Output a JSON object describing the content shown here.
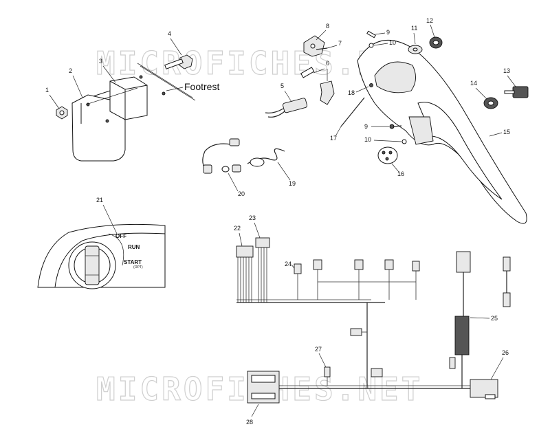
{
  "watermark": {
    "top": "MICROFICHES.NET",
    "bottom": "MICROFICHES.NET"
  },
  "labels": {
    "footrest": "Footrest",
    "switch_off": "OFF",
    "switch_run": "RUN",
    "switch_start": "START",
    "switch_opt": "(OPT)"
  },
  "callouts": {
    "c1": "1",
    "c2": "2",
    "c3": "3",
    "c4": "4",
    "c5": "5",
    "c6": "6",
    "c7": "7",
    "c8": "8",
    "c9a": "9",
    "c9b": "9",
    "c10a": "10",
    "c10b": "10",
    "c11": "11",
    "c12": "12",
    "c13": "13",
    "c14": "14",
    "c15": "15",
    "c16": "16",
    "c17": "17",
    "c18": "18",
    "c19": "19",
    "c20": "20",
    "c21": "21",
    "c22": "22",
    "c23": "23",
    "c24": "24",
    "c25": "25",
    "c26": "26",
    "c27": "27",
    "c28": "28"
  }
}
